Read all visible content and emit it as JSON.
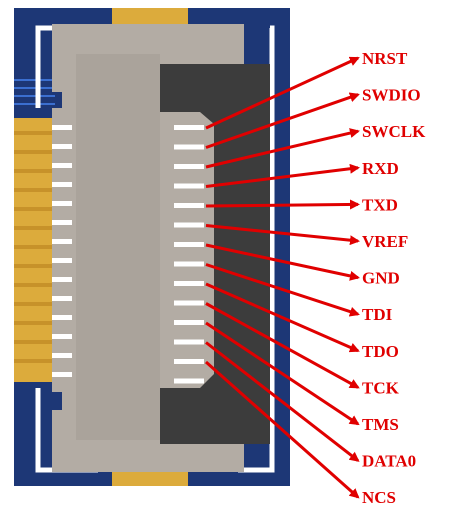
{
  "diagram": {
    "pins": [
      {
        "label": "NRST"
      },
      {
        "label": "SWDIO"
      },
      {
        "label": "SWCLK"
      },
      {
        "label": "RXD"
      },
      {
        "label": "TXD"
      },
      {
        "label": "VREF"
      },
      {
        "label": "GND"
      },
      {
        "label": "TDI"
      },
      {
        "label": "TDO"
      },
      {
        "label": "TCK"
      },
      {
        "label": "TMS"
      },
      {
        "label": "DATA0"
      },
      {
        "label": "NCS"
      }
    ],
    "colors": {
      "board": "#1d3776",
      "board_edge": "#18316b",
      "silkscreen": "#ffffff",
      "gold": "#dcab3c",
      "housing": "#b3aca4",
      "housing_dark": "#8f8983",
      "cavity": "#3c3c3c",
      "arrow": "#e00000",
      "label": "#e00000"
    }
  }
}
